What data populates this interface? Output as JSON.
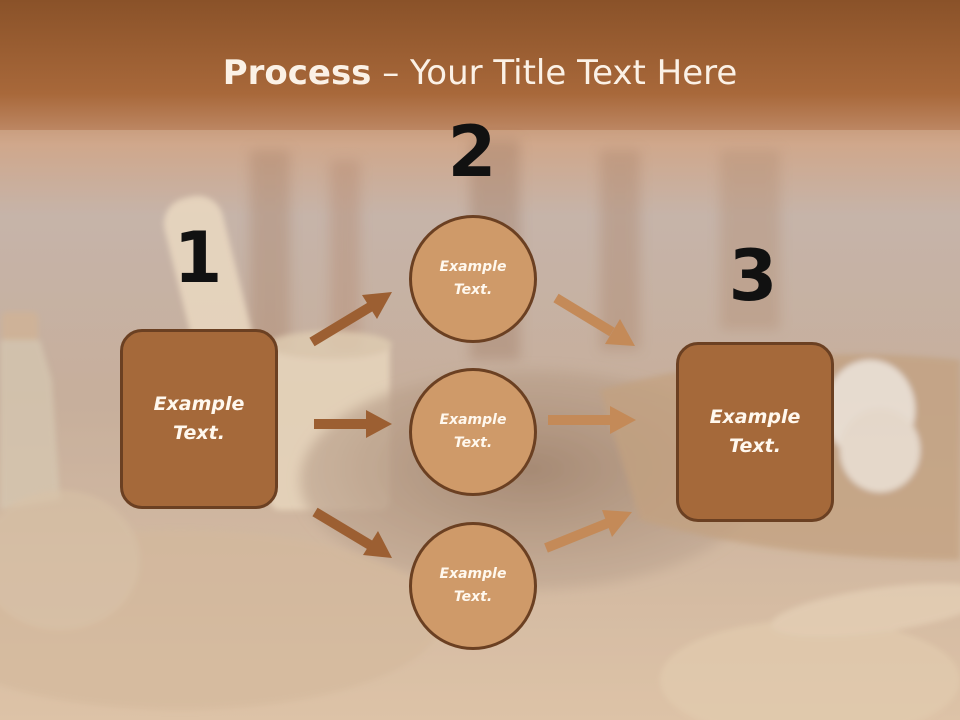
{
  "slide": {
    "title_bold": "Process",
    "title_rest": " – Your Title Text Here",
    "steps": [
      {
        "number": "1",
        "text_line1": "Example",
        "text_line2": "Text."
      },
      {
        "number": "2"
      },
      {
        "number": "3",
        "text_line1": "Example",
        "text_line2": "Text."
      }
    ],
    "circles": [
      {
        "text_line1": "Example",
        "text_line2": "Text."
      },
      {
        "text_line1": "Example",
        "text_line2": "Text."
      },
      {
        "text_line1": "Example",
        "text_line2": "Text."
      }
    ]
  },
  "colors": {
    "box_fill": "#a5693a",
    "box_border": "#6b4022",
    "circle_fill": "#cf9a69",
    "arrow_dark": "#9c5f32",
    "arrow_light": "#c48a58",
    "title_band": "#9d5d2c"
  }
}
